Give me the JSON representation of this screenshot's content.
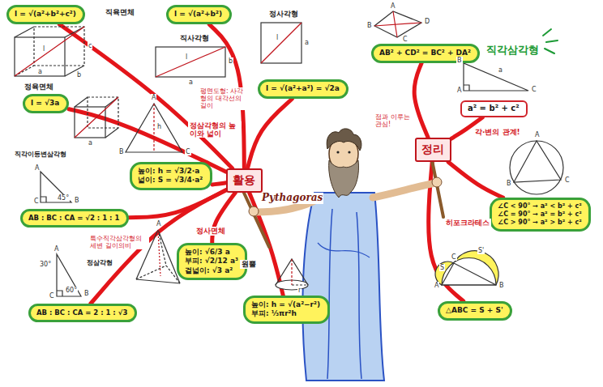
{
  "diagram": {
    "nodes": [
      {
        "text": [
          "활용"
        ]
      },
      {
        "text": [
          "정리"
        ]
      },
      {
        "text": [
          "l = √(a²+b²+c²)",
          "직육면체"
        ]
      },
      {
        "text": [
          "직사각형",
          "l = √(a²+b²)"
        ]
      },
      {
        "text": [
          "정사각형",
          "l = √(a²+a²) = √2a"
        ]
      },
      {
        "text": [
          "정육면체",
          "l = √3a"
        ]
      },
      {
        "text": [
          "정삼각형의 높이와 넓이",
          "높이: h = √3/2·a",
          "넓이: S = √3/4·a²"
        ]
      },
      {
        "text": [
          "직각이등변삼각형",
          "AB : BC : CA = √2 : 1 : 1"
        ]
      },
      {
        "text": [
          "정삼각형",
          "AB : BC : CA = 2 : 1 : √3"
        ]
      },
      {
        "text": [
          "정사면체",
          "높이: √6/3 a",
          "부피: √2/12 a³",
          "겉넓이: √3 a²"
        ]
      },
      {
        "text": [
          "원뿔",
          "높이: h = √(a²−r²)",
          "부피: ⅓πr²h"
        ]
      },
      {
        "text": [
          "AB² + CD² = BC² + DA²"
        ]
      },
      {
        "text": [
          "직각삼각형",
          "a² = b² + c²"
        ]
      },
      {
        "text": [
          "각·변의 관계!",
          "∠C < 90° → a² < b² + c²",
          "∠C = 90° → a² = b² + c²",
          "∠C > 90° → a² > b² + c²"
        ]
      },
      {
        "text": [
          "히포크라테스",
          "△ABC = S + S'"
        ]
      }
    ],
    "edges": [
      {
        "from": 0,
        "to": 2,
        "arrow": "none"
      },
      {
        "from": 0,
        "to": 3,
        "arrow": "none"
      },
      {
        "from": 0,
        "to": 4,
        "arrow": "none"
      },
      {
        "from": 0,
        "to": 5,
        "arrow": "none"
      },
      {
        "from": 0,
        "to": 6,
        "arrow": "none"
      },
      {
        "from": 0,
        "to": 7,
        "arrow": "none"
      },
      {
        "from": 0,
        "to": 8,
        "arrow": "none"
      },
      {
        "from": 0,
        "to": 9,
        "arrow": "none"
      },
      {
        "from": 0,
        "to": 10,
        "arrow": "none"
      },
      {
        "from": 1,
        "to": 11,
        "arrow": "none"
      },
      {
        "from": 1,
        "to": 12,
        "arrow": "none"
      },
      {
        "from": 1,
        "to": 13,
        "arrow": "none"
      },
      {
        "from": 1,
        "to": 14,
        "arrow": "none"
      }
    ],
    "labels": [
      "Pythagoras",
      "특수직각삼각형의 세변 길이의비",
      "평면도형: 사각형의 대각선의 길이",
      "점과 이루는 관심!",
      "a",
      "b",
      "c",
      "l",
      "a",
      "b",
      "l",
      "a",
      "l",
      "a",
      "A",
      "B",
      "C",
      "h",
      "A",
      "C",
      "B",
      "45°",
      "A",
      "C",
      "B",
      "30°",
      "60°",
      "A",
      "r",
      "A",
      "B",
      "C",
      "D",
      "A",
      "B",
      "C",
      "a",
      "A",
      "B",
      "C",
      "A",
      "B",
      "C",
      "S",
      "S'"
    ]
  }
}
